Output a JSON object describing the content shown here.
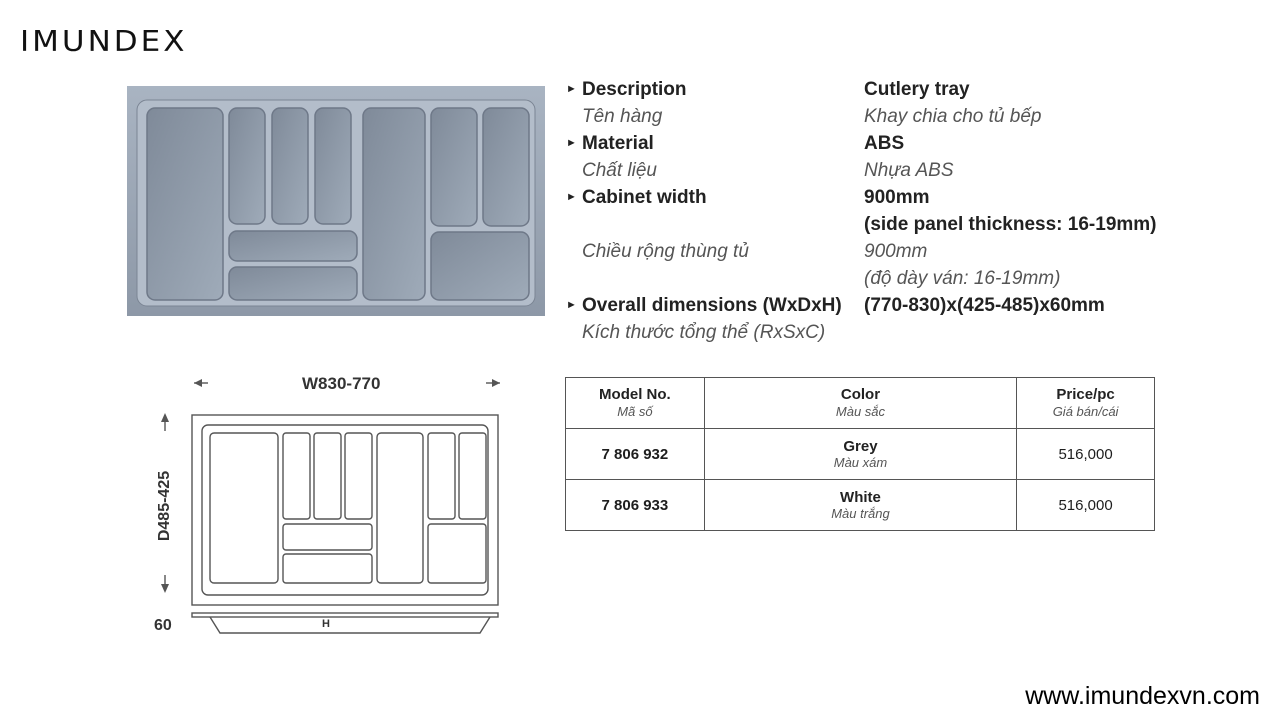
{
  "brand": {
    "logo": "IMUNDEX",
    "website": "www.imundexvn.com"
  },
  "photo": {
    "icon": "cutlery-tray-photo"
  },
  "specs": [
    {
      "label": "Description",
      "value": "Cutlery tray",
      "bold": true
    },
    {
      "label": "Tên hàng",
      "value": "Khay chia cho tủ bếp",
      "bold": false
    },
    {
      "label": "Material",
      "value": "ABS",
      "bold": true
    },
    {
      "label": "Chất liệu",
      "value": "Nhựa ABS",
      "bold": false
    },
    {
      "label": "Cabinet width",
      "value": "900mm",
      "bold": true
    },
    {
      "label": "",
      "value": "(side panel thickness: 16-19mm)",
      "bold": true
    },
    {
      "label": "Chiều rộng thùng tủ",
      "value": "900mm",
      "bold": false
    },
    {
      "label": "",
      "value": "(độ dày ván: 16-19mm)",
      "bold": false
    },
    {
      "label": "Overall dimensions (WxDxH)",
      "value": "(770-830)x(425-485)x60mm",
      "bold": true
    },
    {
      "label": "Kích thước tổng thể (RxSxC)",
      "value": "",
      "bold": false
    }
  ],
  "drawing": {
    "width_label": "W830-770",
    "depth_label": "D485-425",
    "height_label": "60",
    "h_mark": "H"
  },
  "table": {
    "headers": [
      {
        "label": "Model No.",
        "sub": "Mã số"
      },
      {
        "label": "Color",
        "sub": "Màu sắc"
      },
      {
        "label": "Price/pc",
        "sub": "Giá bán/cái"
      }
    ],
    "rows": [
      {
        "model": "7 806 932",
        "color": "Grey",
        "color_vi": "Màu xám",
        "price": "516,000"
      },
      {
        "model": "7 806 933",
        "color": "White",
        "color_vi": "Màu trắng",
        "price": "516,000"
      }
    ]
  }
}
